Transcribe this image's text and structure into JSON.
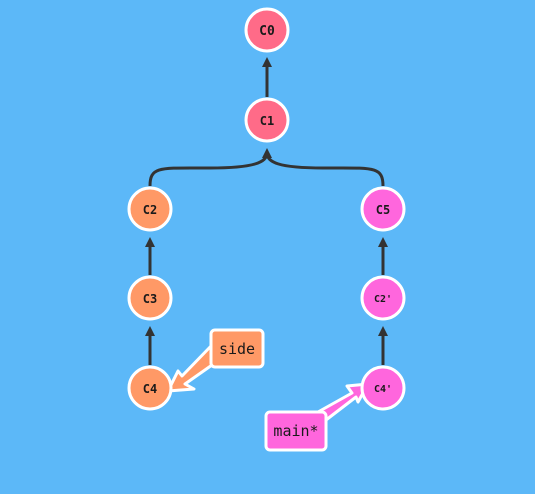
{
  "colors": {
    "background": "#5cb8f8",
    "main_branch_node": "#ff6b88",
    "side_branch_node": "#ff9966",
    "rebased_node": "#ff66dd",
    "side_ref": "#ff9966",
    "main_ref": "#ff66dd",
    "edge": "#333333"
  },
  "commits": {
    "c0": "C0",
    "c1": "C1",
    "c2": "C2",
    "c3": "C3",
    "c4": "C4",
    "c5": "C5",
    "c2_prime": "C2'",
    "c4_prime": "C4'"
  },
  "refs": {
    "side": "side",
    "main": "main*"
  }
}
